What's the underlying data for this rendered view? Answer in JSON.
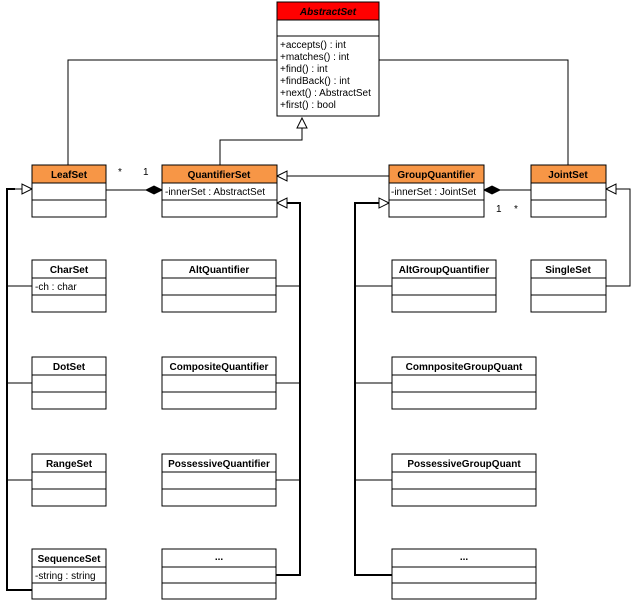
{
  "classes": {
    "abstract_set": {
      "name": "AbstractSet",
      "methods": [
        "+accepts() : int",
        "+matches() : int",
        "+find() : int",
        "+findBack() : int",
        "+next() : AbstractSet",
        "+first() : bool"
      ]
    },
    "leaf_set": {
      "name": "LeafSet"
    },
    "quantifier_set": {
      "name": "QuantifierSet",
      "attributes": [
        "-innerSet : AbstractSet"
      ]
    },
    "group_quantifier": {
      "name": "GroupQuantifier",
      "attributes": [
        "-innerSet : JointSet"
      ]
    },
    "joint_set": {
      "name": "JointSet"
    },
    "char_set": {
      "name": "CharSet",
      "attributes": [
        "-ch : char"
      ]
    },
    "dot_set": {
      "name": "DotSet"
    },
    "range_set": {
      "name": "RangeSet"
    },
    "sequence_set": {
      "name": "SequenceSet",
      "attributes": [
        "-string : string"
      ]
    },
    "alt_quantifier": {
      "name": "AltQuantifier"
    },
    "composite_quantifier": {
      "name": "CompositeQuantifier"
    },
    "possessive_quantifier": {
      "name": "PossessiveQuantifier"
    },
    "quantifier_more": {
      "name": "..."
    },
    "alt_group_quantifier": {
      "name": "AltGroupQuantifier"
    },
    "composite_group_quant": {
      "name": "ComnpositeGroupQuant"
    },
    "possessive_group_quant": {
      "name": "PossessiveGroupQuant"
    },
    "group_more": {
      "name": "..."
    },
    "single_set": {
      "name": "SingleSet"
    }
  },
  "multiplicities": {
    "leaf_many": "*",
    "quantifier_one": "1",
    "group_one": "1",
    "joint_many": "*"
  },
  "colors": {
    "abstract_header": "#ff0000",
    "class_header": "#f79646"
  }
}
